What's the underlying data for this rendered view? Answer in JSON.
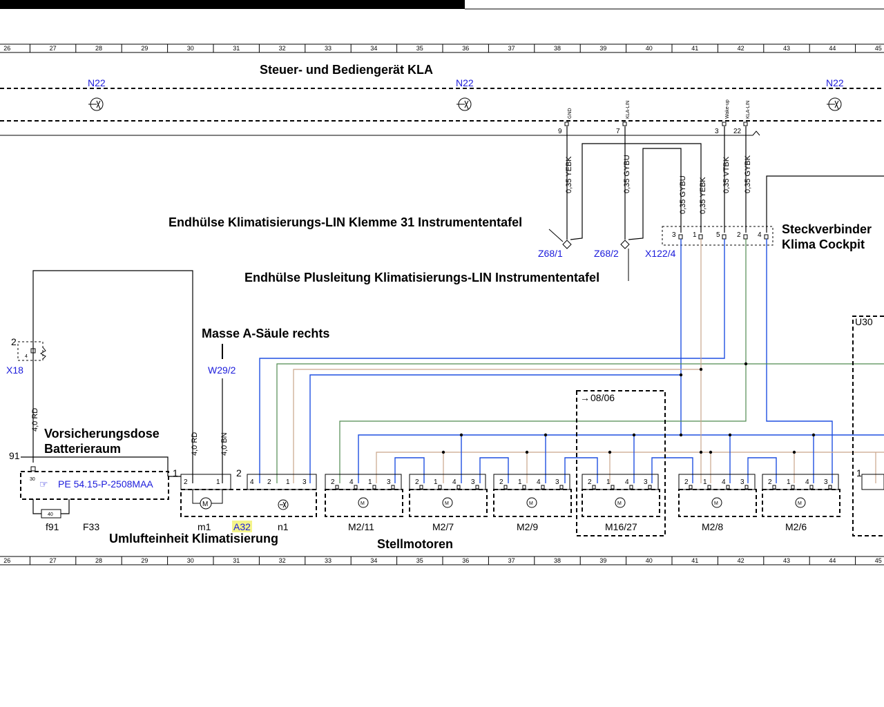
{
  "grid": [
    "26",
    "27",
    "28",
    "29",
    "30",
    "31",
    "32",
    "33",
    "34",
    "35",
    "36",
    "37",
    "38",
    "39",
    "40",
    "41",
    "42",
    "43",
    "44",
    "45"
  ],
  "titles": {
    "ecu": "Steuer- und Bediengerät KLA",
    "lin_term31": "Endhülse Klimatisierungs-LIN Klemme 31 Instrumententafel",
    "lin_plus": "Endhülse Plusleitung Klimatisierungs-LIN Instrumententafel",
    "connector": "Steckverbinder",
    "connector2": "Klima Cockpit",
    "ground": "Masse A-Säule rechts",
    "fusebox": "Vorsicherungsdose",
    "fusebox2": "Batterieraum",
    "blower": "Umlufteinheit Klimatisierung",
    "actuators": "Stellmotoren"
  },
  "refs": {
    "n22": "N22",
    "z68_1": "Z68/1",
    "z68_2": "Z68/2",
    "x122_4": "X122/4",
    "w29_2": "W29/2",
    "x18": "X18",
    "u30": "U30",
    "pe_link": "PE 54.15-P-2508MAA",
    "f91": "f91",
    "f33": "F33",
    "m1": "m1",
    "a32": "A32",
    "n1": "n1",
    "m2_11": "M2/11",
    "m2_7": "M2/7",
    "m2_9": "M2/9",
    "m16_27": "M16/27",
    "m2_8": "M2/8",
    "m2_6": "M2/6",
    "date": "08/06"
  },
  "wires": {
    "w1": "0,35 YEBK",
    "w2": "0,35 GYBU",
    "w3": "0,35 GYBU",
    "w4": "0,35 YEBK",
    "w5": "0,35 VTBK",
    "w6": "0,35 GYBK",
    "rd": "4,0 RD",
    "rd2": "4,0 RD",
    "bn": "4,0 BN"
  },
  "signals": {
    "gnd": "GND",
    "klalin": "KLA-LIN",
    "wakeup": "Wake-up",
    "klalin2": "KLA-LIN"
  },
  "pins": {
    "p9": "9",
    "p7": "7",
    "p3": "3",
    "p22": "22",
    "c3": "3",
    "c1": "1",
    "c5": "5",
    "c2": "2",
    "c4": "4",
    "x18_2": "2",
    "x18_4": "4",
    "f_91": "91",
    "f_30": "30",
    "f_40": "40",
    "f_1": "1",
    "a_2": "2",
    "m1_2": "2",
    "m1_1": "1",
    "n1_4": "4",
    "n1_2": "2",
    "n1_1": "1",
    "n1_3": "3",
    "u_1": "1"
  },
  "motor_pins": {
    "m2_11": [
      "2",
      "4",
      "1",
      "3"
    ],
    "m2_7": [
      "2",
      "1",
      "4",
      "3"
    ],
    "m2_9": [
      "2",
      "1",
      "4",
      "3"
    ],
    "m16_27": [
      "2",
      "1",
      "4",
      "3"
    ],
    "m2_8": [
      "2",
      "1",
      "4",
      "3"
    ],
    "m2_6": [
      "2",
      "1",
      "4",
      "3"
    ]
  },
  "symbols": {
    "motor": "M",
    "hand": "☞"
  }
}
